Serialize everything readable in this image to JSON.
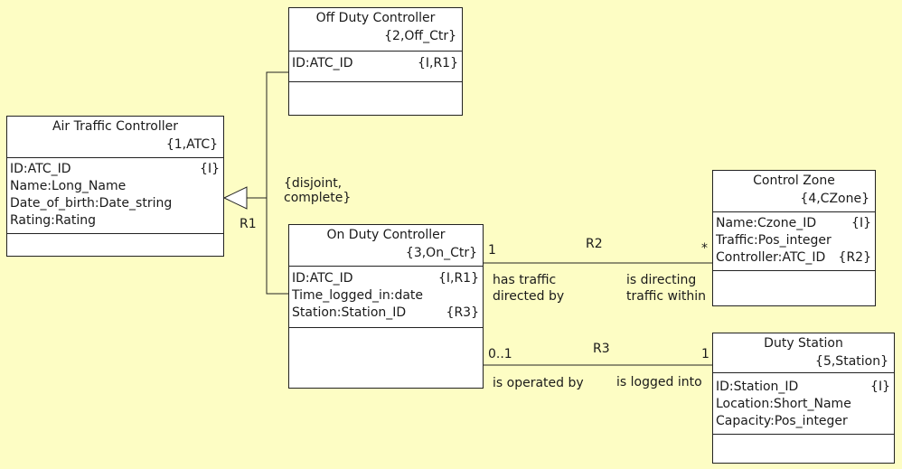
{
  "classes": {
    "atc": {
      "name": "Air Traffic Controller",
      "key": "{1,ATC}",
      "attributes": [
        {
          "name": "ID:ATC_ID",
          "tag": "{I}"
        },
        {
          "name": "Name:Long_Name",
          "tag": ""
        },
        {
          "name": "Date_of_birth:Date_string",
          "tag": ""
        },
        {
          "name": "Rating:Rating",
          "tag": ""
        }
      ]
    },
    "off_duty": {
      "name": "Off Duty Controller",
      "key": "{2,Off_Ctr}",
      "attributes": [
        {
          "name": "ID:ATC_ID",
          "tag": "{I,R1}"
        }
      ]
    },
    "on_duty": {
      "name": "On Duty Controller",
      "key": "{3,On_Ctr}",
      "attributes": [
        {
          "name": "ID:ATC_ID",
          "tag": "{I,R1}"
        },
        {
          "name": "Time_logged_in:date",
          "tag": ""
        },
        {
          "name": "Station:Station_ID",
          "tag": "{R3}"
        }
      ]
    },
    "control_zone": {
      "name": "Control Zone",
      "key": "{4,CZone}",
      "attributes": [
        {
          "name": "Name:Czone_ID",
          "tag": "{I}"
        },
        {
          "name": "Traffic:Pos_integer",
          "tag": ""
        },
        {
          "name": "Controller:ATC_ID",
          "tag": "{R2}"
        }
      ]
    },
    "duty_station": {
      "name": "Duty Station",
      "key": "{5,Station}",
      "attributes": [
        {
          "name": "ID:Station_ID",
          "tag": "{I}"
        },
        {
          "name": "Location:Short_Name",
          "tag": ""
        },
        {
          "name": "Capacity:Pos_integer",
          "tag": ""
        }
      ]
    }
  },
  "r1": {
    "label": "R1",
    "constraint_line1": "{disjoint,",
    "constraint_line2": "complete}"
  },
  "r2": {
    "label": "R2",
    "mult_left": "1",
    "mult_right": "*",
    "phrase_left_line1": "has traffic",
    "phrase_left_line2": "directed by",
    "phrase_right_line1": "is directing",
    "phrase_right_line2": "traffic within"
  },
  "r3": {
    "label": "R3",
    "mult_left": "0..1",
    "mult_right": "1",
    "phrase_left": "is operated by",
    "phrase_right": "is logged into"
  }
}
